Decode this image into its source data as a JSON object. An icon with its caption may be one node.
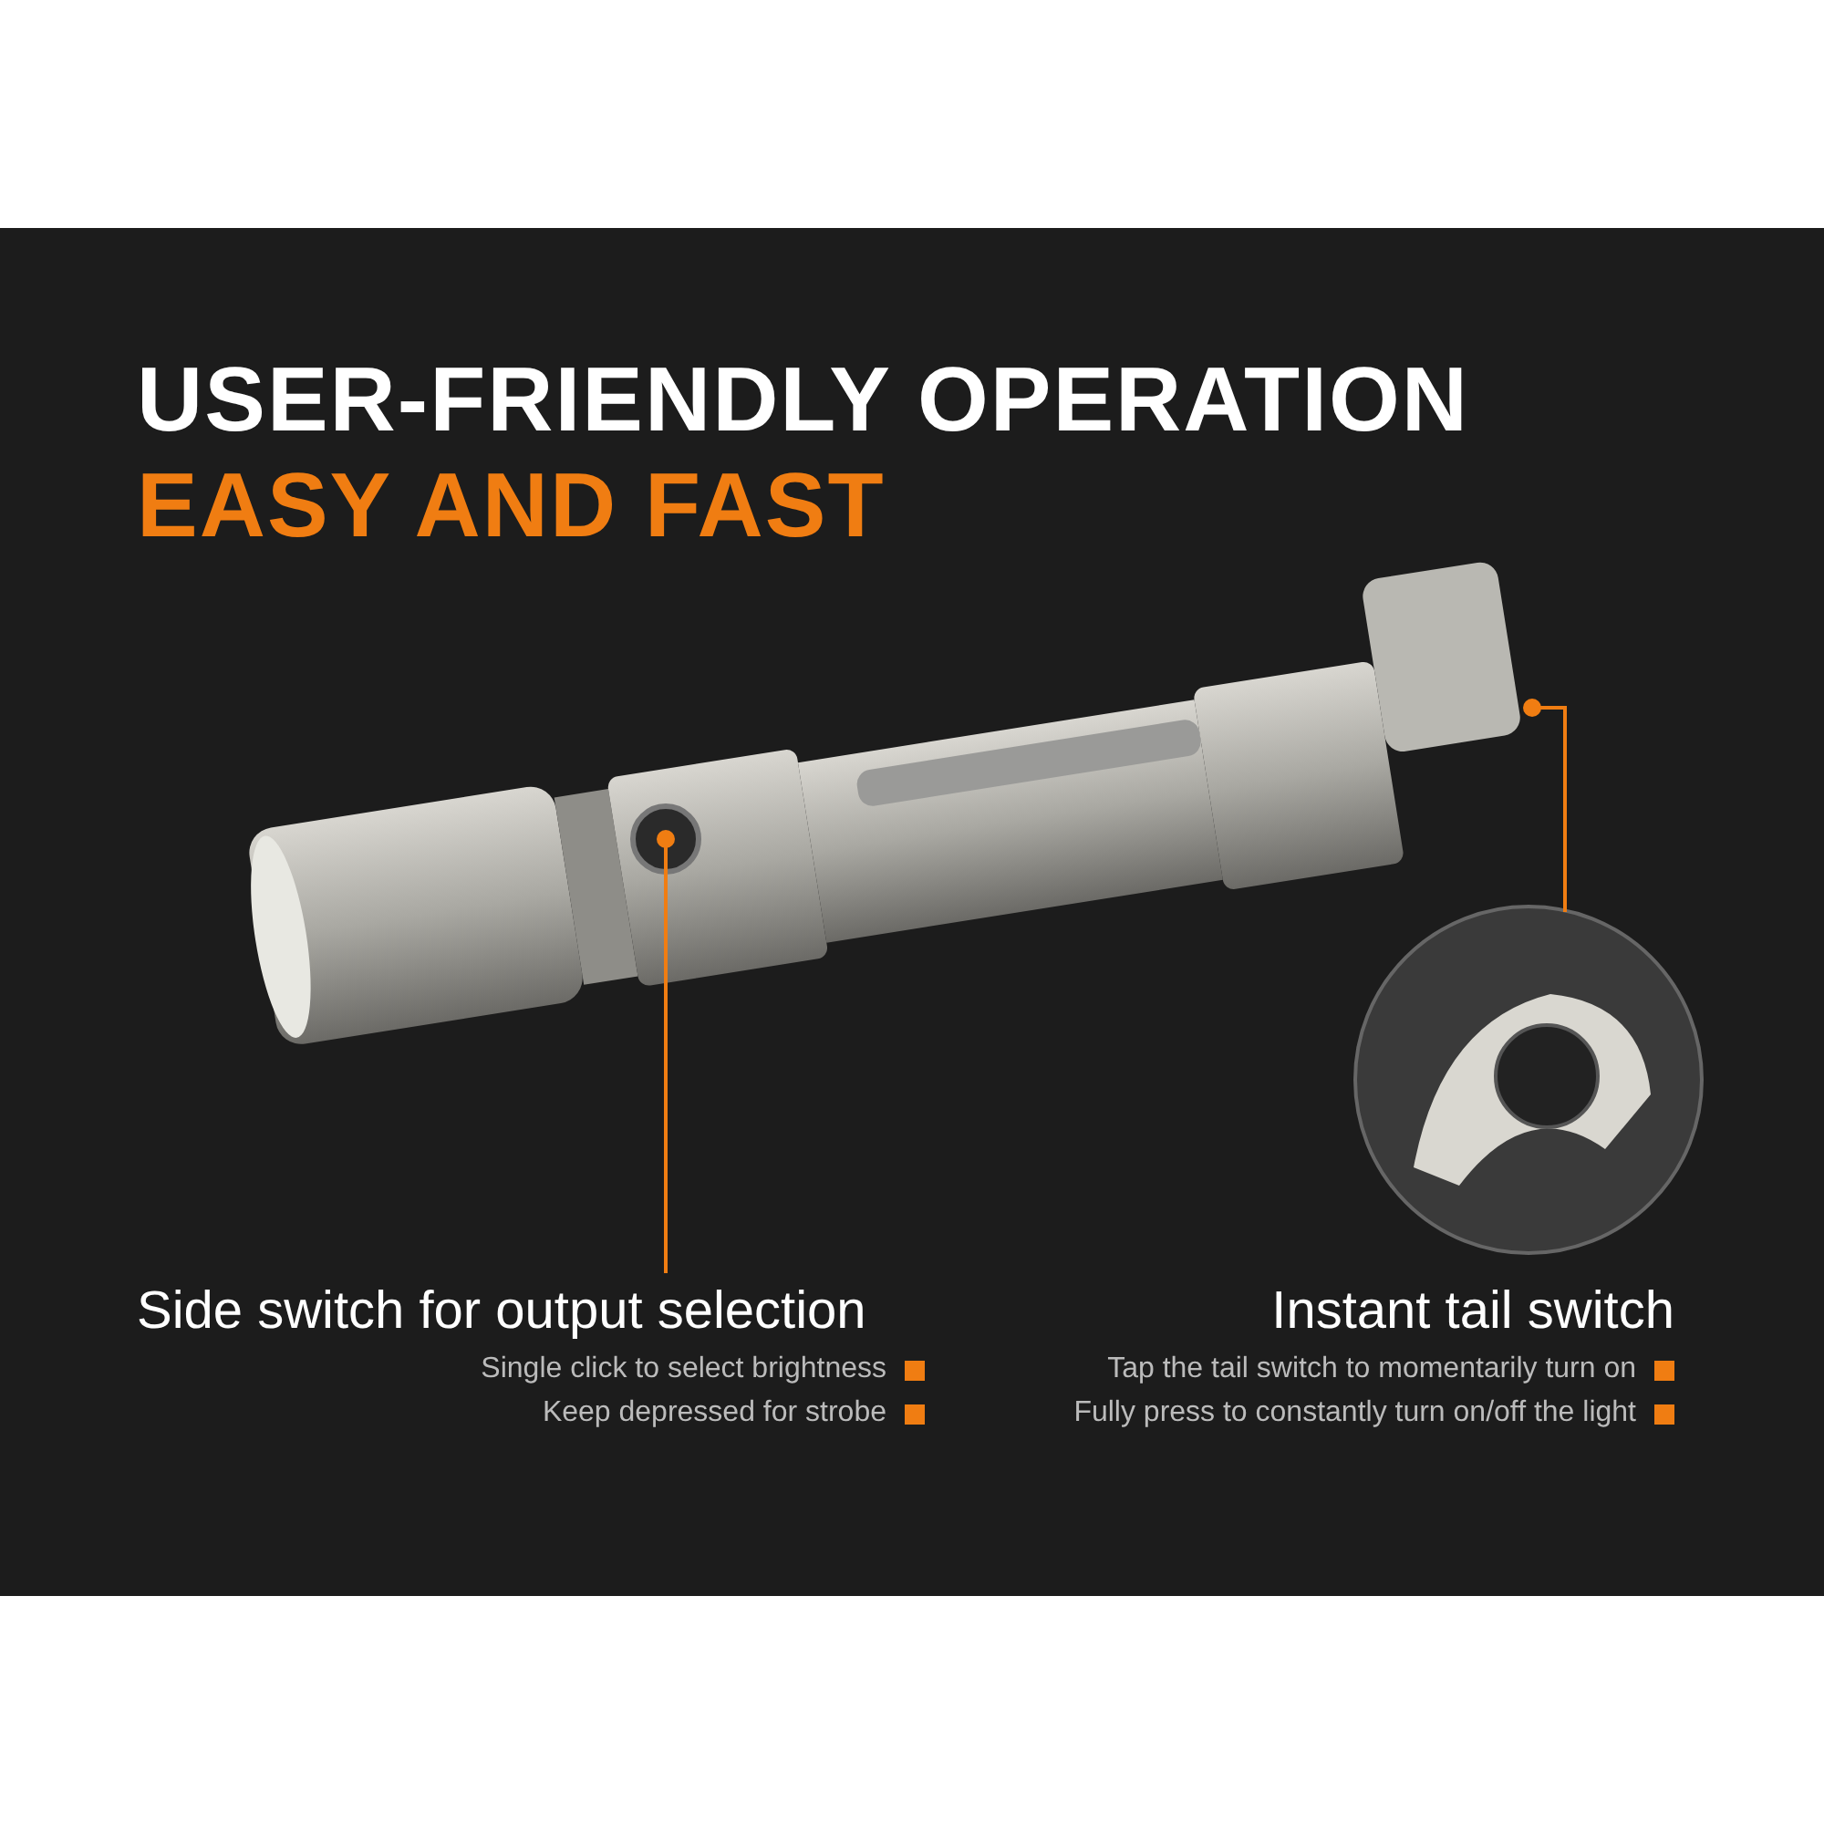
{
  "diagram": {
    "title": "USER-FRIENDLY OPERATION",
    "nodes": [
      {
        "text": [
          "Side switch for output selection",
          "Single click to select brightness",
          "Keep depressed for strobe"
        ]
      },
      {
        "text": [],
        "shape": "circle"
      },
      {
        "text": [],
        "shape": "box"
      },
      {
        "text": [],
        "shape": "picture"
      },
      {
        "text": [
          "Instant tail switch",
          "Tap the tail switch to momentarily turn on",
          "Fully press to constantly turn on/off the light"
        ]
      }
    ],
    "edges": [
      {
        "from": 1,
        "to": 0,
        "arrow": "other"
      },
      {
        "from": 2,
        "to": 3,
        "arrow": "other"
      }
    ],
    "labels": [
      "EASY AND FAST"
    ]
  }
}
